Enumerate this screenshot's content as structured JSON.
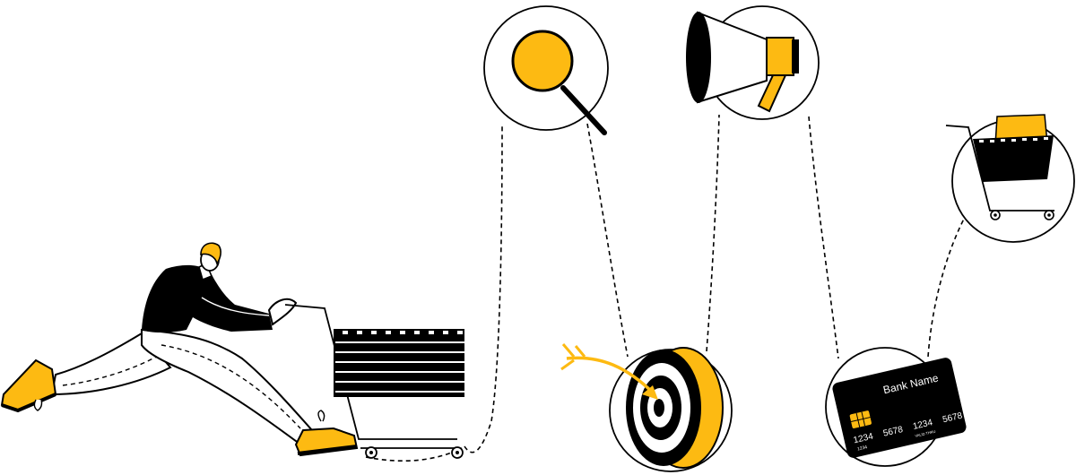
{
  "colors": {
    "accent": "#FDBA12",
    "ink": "#000000",
    "background": "#ffffff"
  },
  "icons": [
    "shopper-figure",
    "shopping-cart",
    "magnifier-icon",
    "megaphone-icon",
    "target-icon",
    "arrow-icon",
    "credit-card-icon",
    "cart-icon"
  ],
  "card": {
    "bank_name": "Bank Name",
    "number_1": "1234",
    "number_2": "5678",
    "number_3": "1234",
    "number_4": "5678",
    "small_number": "1234",
    "valid_thru": "VALID THRU"
  }
}
